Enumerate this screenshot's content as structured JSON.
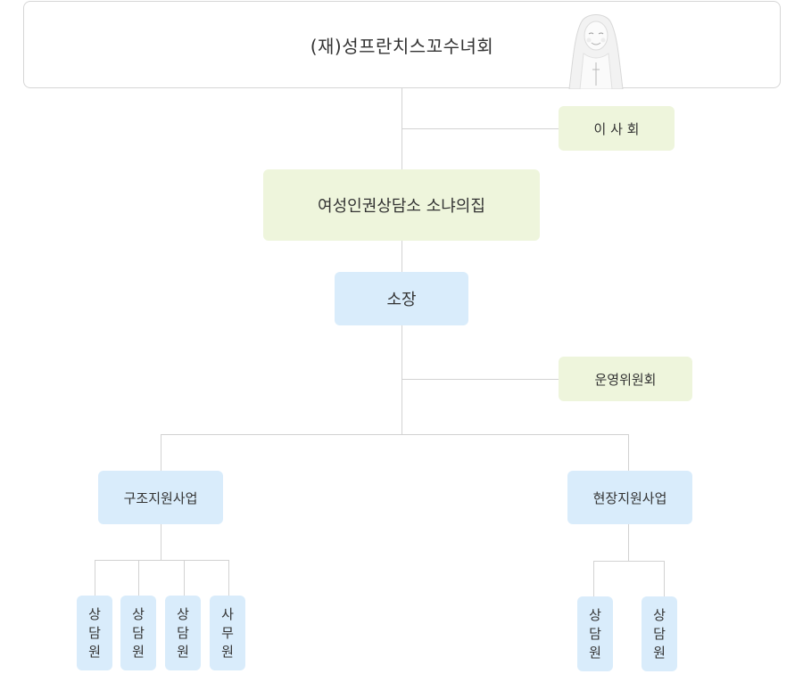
{
  "org": {
    "title": "(재)성프란치스꼬수녀회",
    "board": "이 사 회",
    "center": "여성인권상담소 소냐의집",
    "director": "소장",
    "committee": "운영위원회",
    "left_dept": "구조지원사업",
    "right_dept": "현장지원사업",
    "left_staff": [
      [
        "상",
        "담",
        "원"
      ],
      [
        "상",
        "담",
        "원"
      ],
      [
        "상",
        "담",
        "원"
      ],
      [
        "사",
        "무",
        "원"
      ]
    ],
    "right_staff": [
      [
        "상",
        "담",
        "원"
      ],
      [
        "상",
        "담",
        "원"
      ]
    ]
  },
  "colors": {
    "green_box": "#eef5dc",
    "blue_box": "#d9ecfb",
    "line": "#d2d2d2"
  },
  "icons": {
    "nun_illustration": "nun-illustration"
  }
}
